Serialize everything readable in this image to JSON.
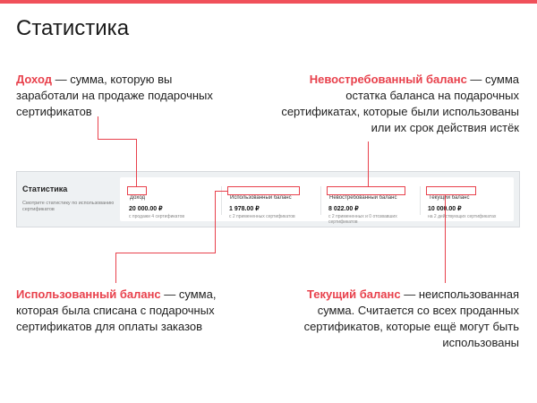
{
  "page": {
    "title": "Статистика"
  },
  "annotations": {
    "income": {
      "term": "Доход",
      "text": " — сумма, которую вы заработали на продаже подарочных сертификатов"
    },
    "unclaimed": {
      "term": "Невостребованный баланс",
      "text": " — сумма остатка баланса на подарочных сертификатах, которые были использованы или их срок действия истёк"
    },
    "used": {
      "term": "Использованный баланс",
      "text": " — сумма, которая была списана с подарочных сертификатов для оплаты заказов"
    },
    "current": {
      "term": "Текущий баланс",
      "text": " — неиспользованная сумма. Считается со всех проданных сертификатов, которые ещё могут быть использованы"
    }
  },
  "panel": {
    "title": "Статистика",
    "description": "Смотрите статистику по использованию сертификатов",
    "stats": [
      {
        "label": "Доход",
        "value": "20 000.00 ₽",
        "sub": "с продажи 4 сертификатов"
      },
      {
        "label": "Использованный баланс",
        "value": "1 978.00 ₽",
        "sub": "с 2 примененных сертификатов"
      },
      {
        "label": "Невостребованный баланс",
        "value": "8 022.00 ₽",
        "sub": "с 2 примененных и 0 отозвавших сертификатов"
      },
      {
        "label": "Текущий баланс",
        "value": "10 000.00 ₽",
        "sub": "на 2 действующих сертификатах"
      }
    ]
  },
  "colors": {
    "accent": "#e8414c",
    "top_bar": "#f0505a"
  }
}
